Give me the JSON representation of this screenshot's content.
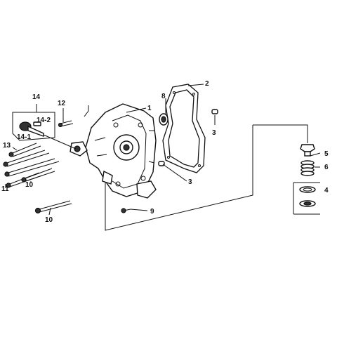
{
  "diagram": {
    "callouts": {
      "c1": "1",
      "c2": "2",
      "c3a": "3",
      "c3b": "3",
      "c4": "4",
      "c5": "5",
      "c6": "6",
      "c8": "8",
      "c9": "9",
      "c10a": "10",
      "c10b": "10",
      "c11": "11",
      "c12": "12",
      "c13": "13",
      "c14": "14",
      "c14_2": "14-2",
      "c14_1": "14-1"
    }
  }
}
